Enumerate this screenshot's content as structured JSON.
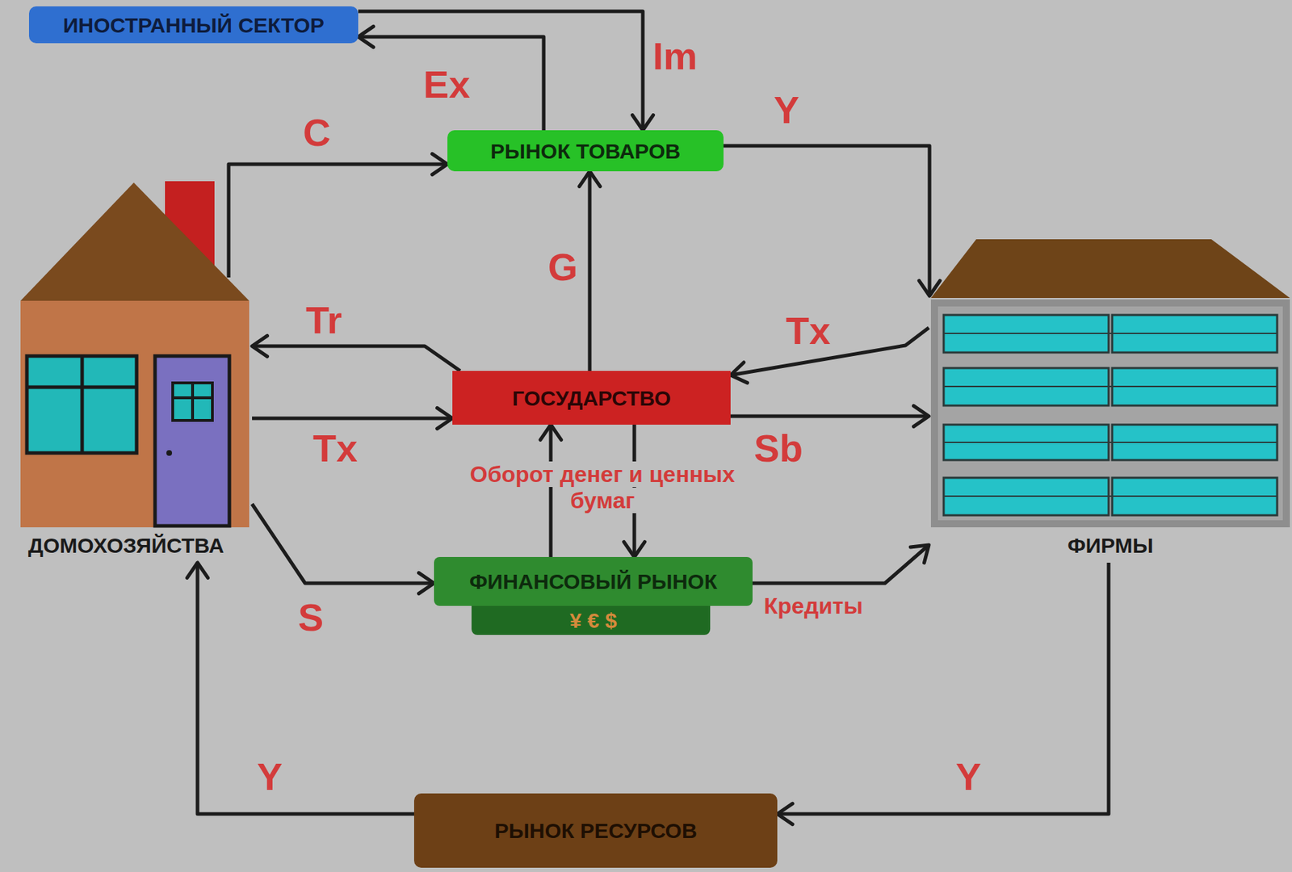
{
  "diagram": {
    "nodes": [
      {
        "text": [
          "ИНОСТРАННЫЙ СЕКТОР"
        ]
      },
      {
        "text": [
          "РЫНОК ТОВАРОВ"
        ]
      },
      {
        "text": [
          "ДОМОХОЗЯЙСТВА"
        ]
      },
      {
        "text": [
          "ФИРМЫ"
        ]
      },
      {
        "text": [
          "ГОСУДАРСТВО"
        ]
      },
      {
        "text": [
          "ФИНАНСОВЫЙ РЫНОК",
          "¥ € $"
        ]
      },
      {
        "text": [
          "РЫНОК РЕСУРСОВ"
        ]
      }
    ],
    "edges": [
      {
        "from": 0,
        "to": 1,
        "label": "Im",
        "arrow": "to"
      },
      {
        "from": 1,
        "to": 0,
        "label": "Ex",
        "arrow": "to"
      },
      {
        "from": 2,
        "to": 1,
        "label": "C",
        "arrow": "to"
      },
      {
        "from": 1,
        "to": 3,
        "label": "Y",
        "arrow": "to"
      },
      {
        "from": 4,
        "to": 1,
        "label": "G",
        "arrow": "to"
      },
      {
        "from": 4,
        "to": 2,
        "label": "Tr",
        "arrow": "to"
      },
      {
        "from": 2,
        "to": 4,
        "label": "Tx",
        "arrow": "to"
      },
      {
        "from": 3,
        "to": 4,
        "label": "Tx",
        "arrow": "to"
      },
      {
        "from": 4,
        "to": 3,
        "label": "Sb",
        "arrow": "to"
      },
      {
        "from": 5,
        "to": 4,
        "label": "Оборот денег и ценных бумаг",
        "arrow": "to"
      },
      {
        "from": 4,
        "to": 5,
        "arrow": "to"
      },
      {
        "from": 2,
        "to": 5,
        "label": "S",
        "arrow": "to"
      },
      {
        "from": 5,
        "to": 3,
        "label": "Кредиты",
        "arrow": "to"
      },
      {
        "from": 3,
        "to": 6,
        "label": "Y",
        "arrow": "to"
      },
      {
        "from": 6,
        "to": 2,
        "label": "Y",
        "arrow": "to"
      }
    ]
  }
}
